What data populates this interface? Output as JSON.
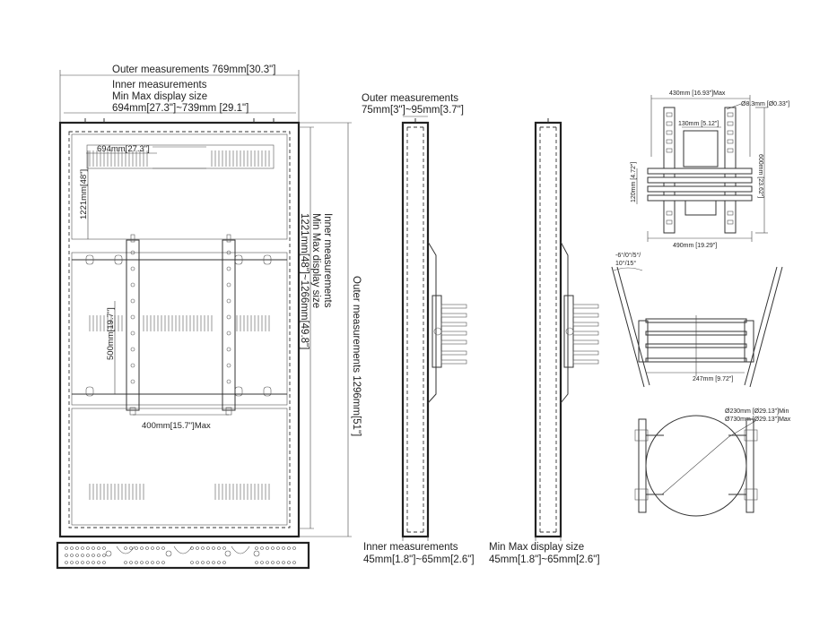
{
  "front_view": {
    "outer_width": "Outer measurements 769mm[30.3\"]",
    "inner_line1": "Inner measurements",
    "inner_line2": "Min Max display size",
    "inner_line3": "694mm[27.3\"]~739mm [29.1\"]",
    "inner_width_small": "694mm[27.3\"]",
    "inner_height_small": "1221mm[48\"]",
    "vesa_height": "500mm[19.7\"]",
    "vesa_width": "400mm[15.7\"]Max",
    "inner_height_line1": "Inner measurements",
    "inner_height_line2": "Min Max display size",
    "inner_height_line3": "1221mm[48\"]~1266mm[49.8\"]",
    "outer_height": "Outer measurements 1296mm[51\"]"
  },
  "side_view": {
    "outer_depth_line1": "Outer measurements",
    "outer_depth_line2": "75mm[3\"]~95mm[3.7\"]",
    "inner_depth_line1": "Inner measurements",
    "inner_depth_line2": "45mm[1.8\"]~65mm[2.6\"]",
    "display_depth_line1": "Min Max display size",
    "display_depth_line2": "45mm[1.8\"]~65mm[2.6\"]"
  },
  "bracket_view": {
    "max_width": "430mm [16.93\"]Max",
    "hole_dia": "Ø8.3mm [Ø0.33\"]",
    "inner_width": "130mm [5.12\"]",
    "height": "600mm [23.62\"]",
    "short_height": "120mm [4.72\"]",
    "base_width": "490mm [19.29\"]"
  },
  "tilt_view": {
    "angle_line1": "-6°/0°/5°/",
    "angle_line2": "10°/15°",
    "depth": "247mm [9.72\"]"
  },
  "round_view": {
    "min": "Ø230mm [Ø29.13\"]Min",
    "max": "Ø730mm [Ø29.13\"]Max"
  }
}
